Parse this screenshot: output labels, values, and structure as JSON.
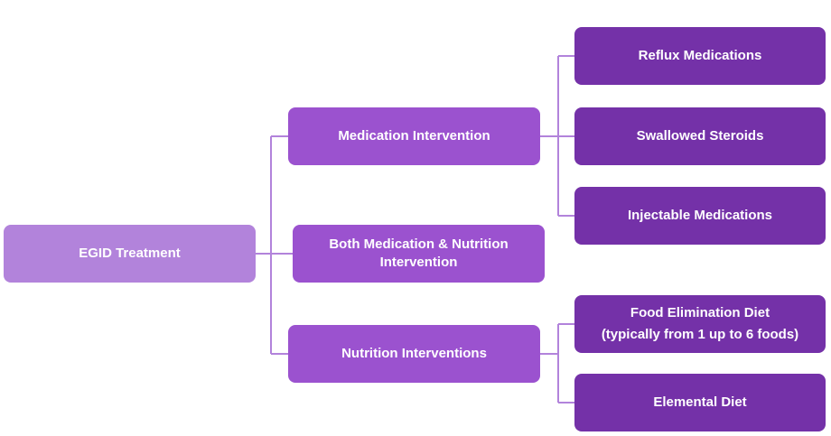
{
  "diagram": {
    "colors": {
      "root": "#b283db",
      "level1": "#9b52cf",
      "level2": "#7431a8",
      "connector": "#b283db"
    },
    "root": {
      "label": "EGID Treatment"
    },
    "branches": {
      "medication": {
        "label": "Medication Intervention",
        "children": [
          "Reflux Medications",
          "Swallowed Steroids",
          "Injectable Medications"
        ]
      },
      "both": {
        "label_line1": "Both Medication & Nutrition",
        "label_line2": "Intervention"
      },
      "nutrition": {
        "label": "Nutrition Interventions",
        "children": [
          {
            "line1": "Food Elimination Diet",
            "line2": "(typically from 1 up to 6 foods)"
          },
          {
            "line1": "Elemental Diet"
          }
        ]
      }
    }
  }
}
